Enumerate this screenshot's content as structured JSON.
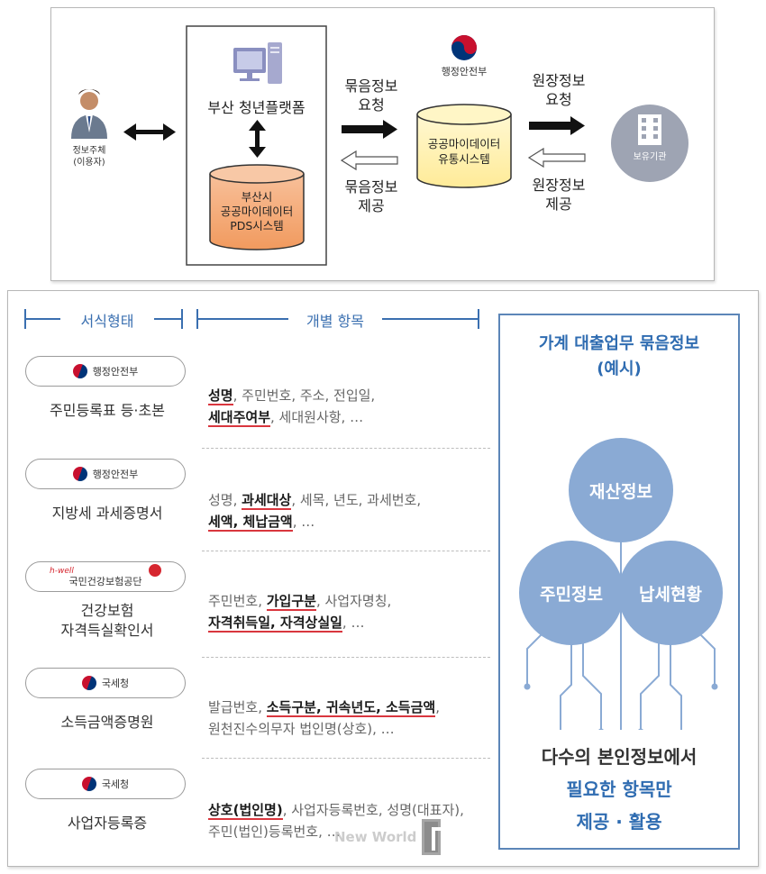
{
  "top": {
    "user_label": "정보주체\n(이용자)",
    "platform_label": "부산 청년플랫폼",
    "pds_label": "부산시\n공공마이데이터\nPDS시스템",
    "bundle_request": "묶음정보\n요청",
    "bundle_provide": "묶음정보\n제공",
    "ministry_label": "행정안전부",
    "system_label": "공공마이데이터\n유통시스템",
    "origin_request": "원장정보\n요청",
    "origin_provide": "원장정보\n제공",
    "holder_label": "보유기관"
  },
  "bottom": {
    "header_format": "서식형태",
    "header_items": "개별 항목",
    "docs": [
      {
        "agency": "행정안전부",
        "title": "주민등록표 등·초본",
        "line1": [
          {
            "t": "성명",
            "h": true
          },
          {
            "t": ", 주민번호, 주소, 전입일,",
            "h": false
          }
        ],
        "line2": [
          {
            "t": "세대주여부",
            "h": true
          },
          {
            "t": ", 세대원사항, …",
            "h": false
          }
        ]
      },
      {
        "agency": "행정안전부",
        "title": "지방세 과세증명서",
        "line1": [
          {
            "t": "성명, ",
            "h": false
          },
          {
            "t": "과세대상",
            "h": true
          },
          {
            "t": ", 세목, 년도, 과세번호,",
            "h": false
          }
        ],
        "line2": [
          {
            "t": "세액, 체납금액",
            "h": true
          },
          {
            "t": ", …",
            "h": false
          }
        ]
      },
      {
        "agency": "국민건강보험공단",
        "agency_brand": "h-well",
        "title": "건강보험\n자격득실확인서",
        "line1": [
          {
            "t": "주민번호, ",
            "h": false
          },
          {
            "t": "가입구분",
            "h": true
          },
          {
            "t": ", 사업자명칭,",
            "h": false
          }
        ],
        "line2": [
          {
            "t": "자격취득일, 자격상실일",
            "h": true
          },
          {
            "t": ", …",
            "h": false
          }
        ]
      },
      {
        "agency": "국세청",
        "title": "소득금액증명원",
        "line1": [
          {
            "t": "발급번호, ",
            "h": false
          },
          {
            "t": "소득구분, 귀속년도, 소득금액",
            "h": true
          },
          {
            "t": ",",
            "h": false
          }
        ],
        "line2": [
          {
            "t": "원천진수의무자 법인명(상호), …",
            "h": false
          }
        ]
      },
      {
        "agency": "국세청",
        "title": "사업자등록증",
        "line1": [
          {
            "t": "상호(법인명)",
            "h": true
          },
          {
            "t": ", 사업자등록번호, 성명(대표자),",
            "h": false
          }
        ],
        "line2": [
          {
            "t": "주민(법인)등록번호, …",
            "h": false
          }
        ]
      }
    ],
    "right_title": "가계 대출업무 묶음정보\n(예시)",
    "circles": [
      "재산정보",
      "주민정보",
      "납세현황"
    ],
    "bottom_line1": "다수의 본인정보에서",
    "bottom_line2": "필요한 항목만",
    "bottom_line3": "제공 · 활용",
    "watermark": "New World"
  },
  "colors": {
    "accent_blue": "#3a6fb0",
    "pds_orange": "#f4a46e",
    "system_yellow": "#fff2b0",
    "holder_gray": "#9ea4b3",
    "circle_blue": "#8aaad4",
    "highlight_red": "#d9363e"
  }
}
